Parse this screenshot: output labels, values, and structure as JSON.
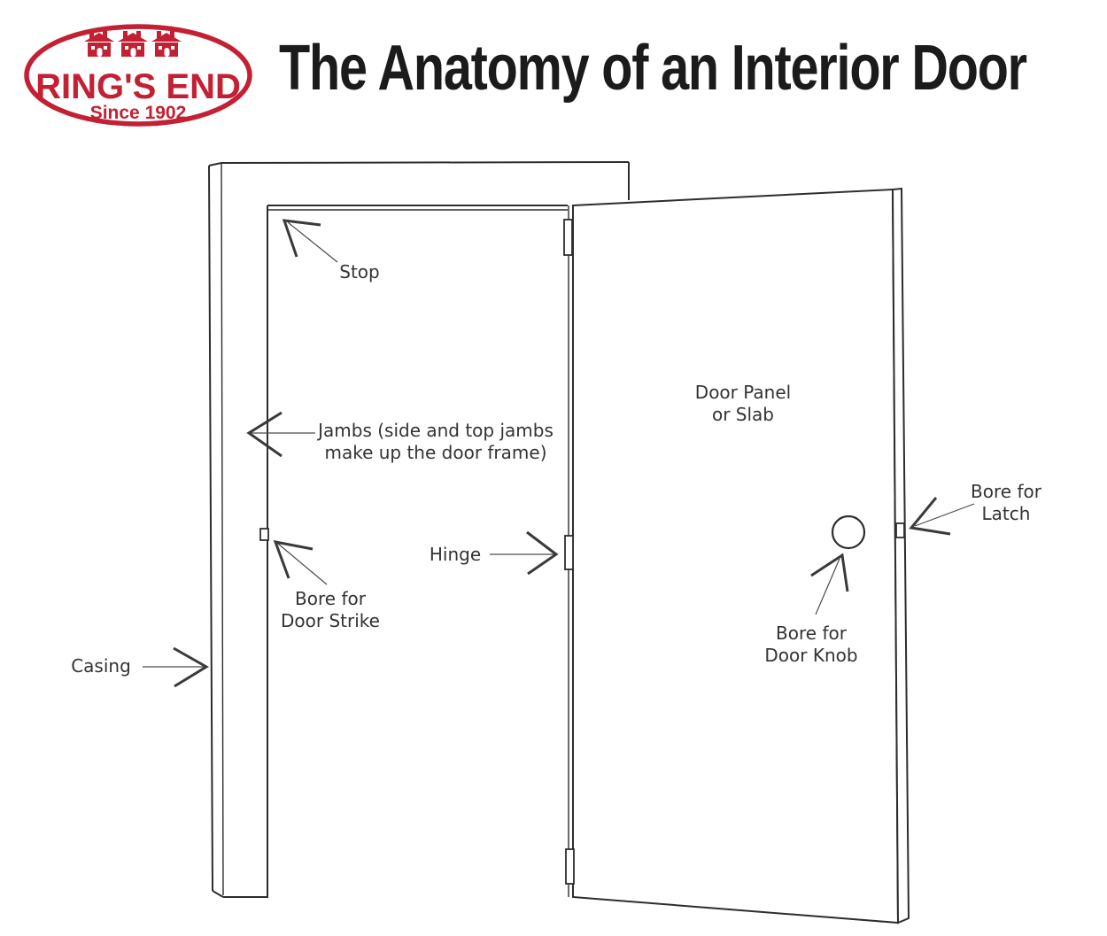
{
  "logo": {
    "brand": "RING'S END",
    "tagline": "Since 1902",
    "color": "#c32033",
    "icon": "three-houses-icon"
  },
  "header": {
    "title": "The Anatomy of an Interior Door",
    "title_color": "#1b1b1b"
  },
  "diagram": {
    "line_color": "#2d2d2d",
    "label_color": "#333333",
    "labels": {
      "stop": "Stop",
      "jambs": {
        "line1": "Jambs (side and top jambs",
        "line2": "make up the door frame)"
      },
      "hinge": "Hinge",
      "bore_strike": {
        "line1": "Bore for",
        "line2": "Door Strike"
      },
      "casing": "Casing",
      "door_panel": {
        "line1": "Door Panel",
        "line2": "or Slab"
      },
      "bore_knob": {
        "line1": "Bore for",
        "line2": "Door Knob"
      },
      "bore_latch": {
        "line1": "Bore for",
        "line2": "Latch"
      }
    }
  }
}
